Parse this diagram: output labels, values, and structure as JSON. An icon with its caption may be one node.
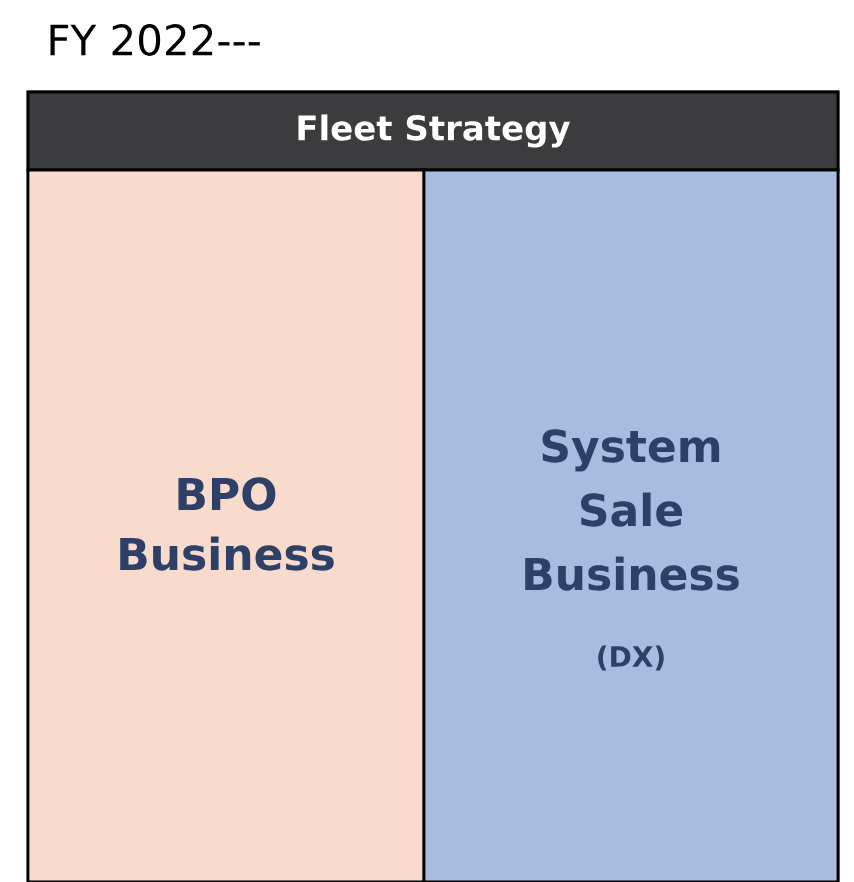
{
  "diagram": {
    "title": "FY 2022---",
    "nodes": [
      {
        "text": [
          "Fleet Strategy"
        ]
      },
      {
        "text": [
          "BPO Business"
        ],
        "in": 0
      },
      {
        "text": [
          "System Sale Business",
          "(DX)"
        ],
        "in": 0
      }
    ]
  }
}
